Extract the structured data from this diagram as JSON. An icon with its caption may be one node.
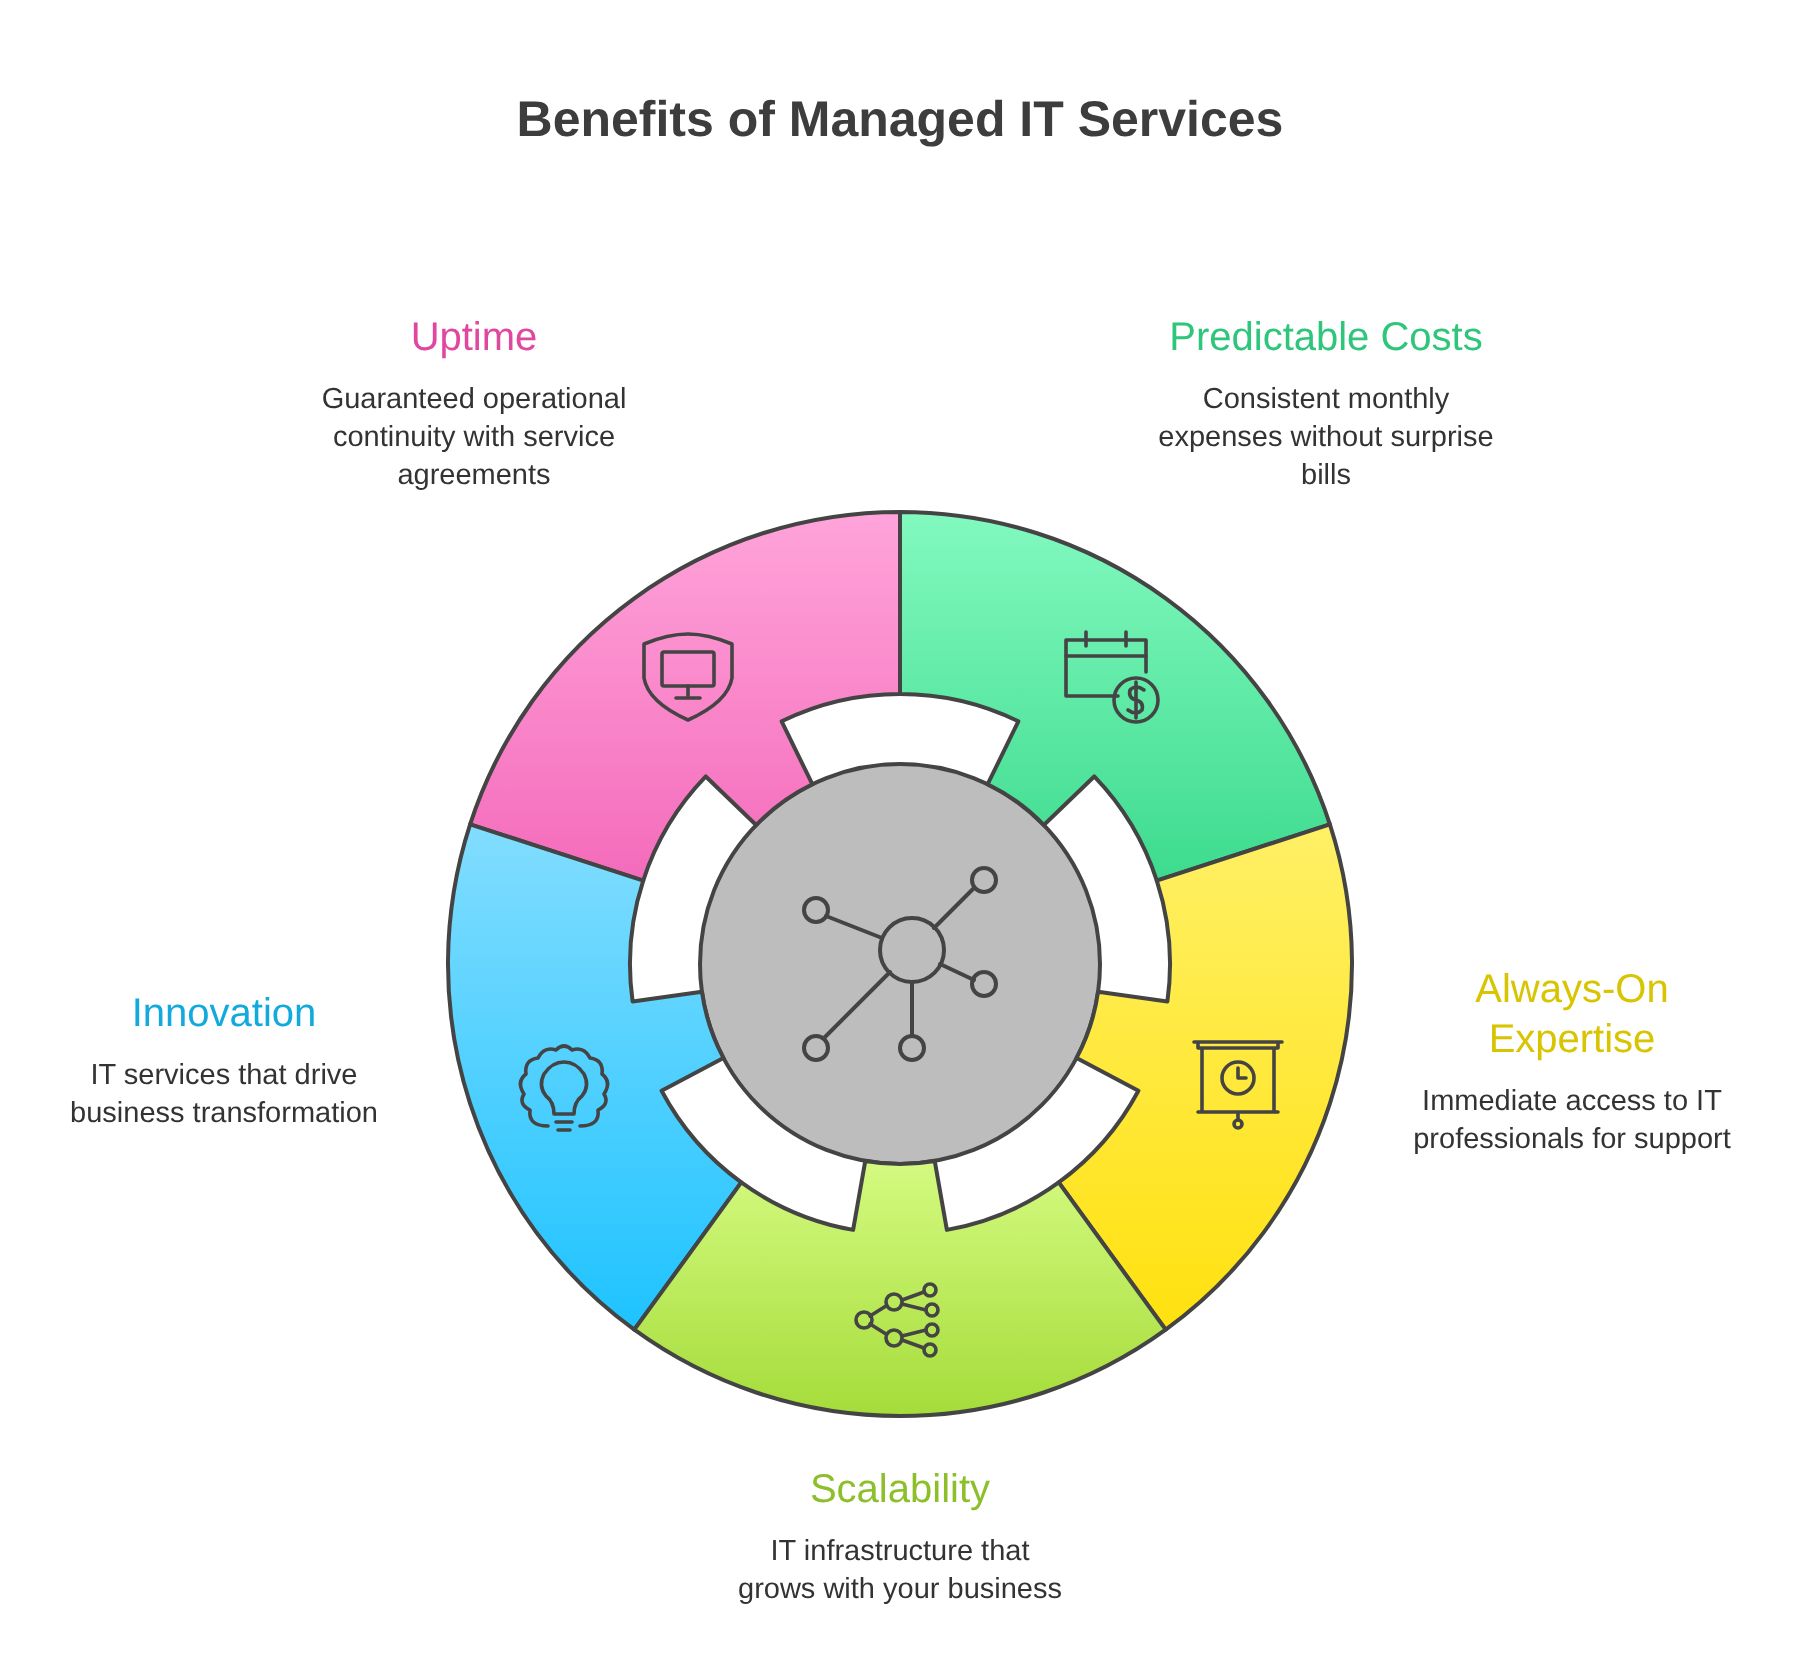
{
  "diagram": {
    "title": "Benefits of Managed IT Services",
    "nodes": [
      {
        "text": [
          "Uptime",
          "Guaranteed operational continuity with service agreements"
        ]
      },
      {
        "text": [
          "Predictable Costs",
          "Consistent monthly expenses without surprise bills"
        ]
      },
      {
        "text": [
          "Innovation",
          "IT services that drive business transformation"
        ]
      },
      {
        "text": [
          "Always-On Expertise",
          "Immediate access to IT professionals for support"
        ]
      },
      {
        "text": [
          "Scalability",
          "IT infrastructure that grows with your business"
        ]
      },
      {
        "text": [],
        "shape": "circle"
      },
      {
        "text": [],
        "shape": "wedge"
      },
      {
        "text": [],
        "shape": "wedge"
      },
      {
        "text": [],
        "shape": "wedge"
      },
      {
        "text": [],
        "shape": "wedge"
      },
      {
        "text": [],
        "shape": "wedge"
      }
    ]
  }
}
